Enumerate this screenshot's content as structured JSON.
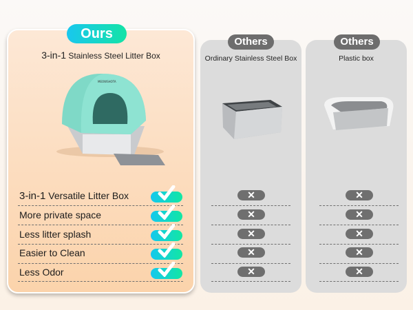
{
  "ours": {
    "badge": "Ours",
    "title_bold": "3-in-1",
    "title_rest": "Stainless Steel Litter Box",
    "brand": "MEOWSHOTA"
  },
  "others": [
    {
      "badge": "Others",
      "title": "Ordinary Stainless Steel Box"
    },
    {
      "badge": "Others",
      "title": "Plastic box"
    }
  ],
  "features": [
    {
      "bold": "3-in-1",
      "label": "Versatile Litter Box"
    },
    {
      "bold": "",
      "label": "More private space"
    },
    {
      "bold": "",
      "label": "Less litter splash"
    },
    {
      "bold": "",
      "label": "Easier to Clean"
    },
    {
      "bold": "",
      "label": "Less Odor"
    }
  ],
  "icons": {
    "yes": "check-icon",
    "no": "x-icon",
    "x_glyph": "✕"
  },
  "colors": {
    "accent_start": "#19c7ee",
    "accent_end": "#14e3a6",
    "others_badge": "#6d6d6d"
  }
}
